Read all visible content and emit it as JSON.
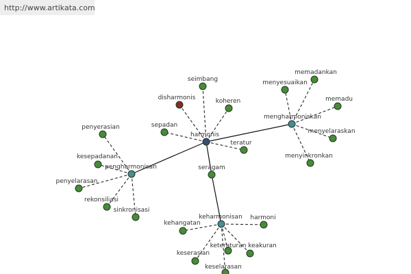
{
  "source_url": "http://www.artikata.com",
  "colors": {
    "main_node": "#3a4a7a",
    "hub_node": "#4a8a9a",
    "leaf_node": "#4a8a3a",
    "antonym_node": "#8a2a2a"
  },
  "center": "harmonis",
  "hubs": [
    "mengharmoniskan",
    "pengharmonisan",
    "keharmonisan"
  ],
  "words": {
    "harmonis": "harmonis",
    "seimbang": "seimbang",
    "disharmonis": "disharmonis",
    "koheren": "koheren",
    "sepadan": "sepadan",
    "teratur": "teratur",
    "seragam": "seragam",
    "mengharmoniskan": "mengharmoniskan",
    "memadankan": "memadankan",
    "menyesuaikan": "menyesuaikan",
    "memadu": "memadu",
    "menyelaraskan": "menyelaraskan",
    "menyinkronkan": "menyinkronkan",
    "pengharmonisan": "pengharmonisan",
    "penyerasian": "penyerasian",
    "kesepadanan": "kesepadanan",
    "penyelarasan": "penyelarasan",
    "rekonsiliasi": "rekonsiliasi",
    "sinkronisasi": "sinkronisasi",
    "keharmonisan": "keharmonisan",
    "harmoni": "harmoni",
    "kehangatan": "kehangatan",
    "keserasian": "keserasian",
    "keteraturan": "keteraturan",
    "keakuran": "keakuran",
    "keselarasan": "keselarasan"
  },
  "solid_links": [
    [
      "harmonis",
      "mengharmoniskan"
    ],
    [
      "harmonis",
      "pengharmonisan"
    ],
    [
      "harmonis",
      "seragam"
    ],
    [
      "seragam",
      "keharmonisan"
    ]
  ],
  "dashed_links": [
    [
      "harmonis",
      "seimbang"
    ],
    [
      "harmonis",
      "disharmonis"
    ],
    [
      "harmonis",
      "koheren"
    ],
    [
      "harmonis",
      "sepadan"
    ],
    [
      "harmonis",
      "teratur"
    ],
    [
      "mengharmoniskan",
      "memadankan"
    ],
    [
      "mengharmoniskan",
      "menyesuaikan"
    ],
    [
      "mengharmoniskan",
      "memadu"
    ],
    [
      "mengharmoniskan",
      "menyelaraskan"
    ],
    [
      "mengharmoniskan",
      "menyinkronkan"
    ],
    [
      "pengharmonisan",
      "penyerasian"
    ],
    [
      "pengharmonisan",
      "kesepadanan"
    ],
    [
      "pengharmonisan",
      "penyelarasan"
    ],
    [
      "pengharmonisan",
      "rekonsiliasi"
    ],
    [
      "pengharmonisan",
      "sinkronisasi"
    ],
    [
      "keharmonisan",
      "harmoni"
    ],
    [
      "keharmonisan",
      "kehangatan"
    ],
    [
      "keharmonisan",
      "keserasian"
    ],
    [
      "keharmonisan",
      "keteraturan"
    ],
    [
      "keharmonisan",
      "keakuran"
    ],
    [
      "keharmonisan",
      "keselarasan"
    ]
  ],
  "antonyms": [
    "disharmonis"
  ]
}
